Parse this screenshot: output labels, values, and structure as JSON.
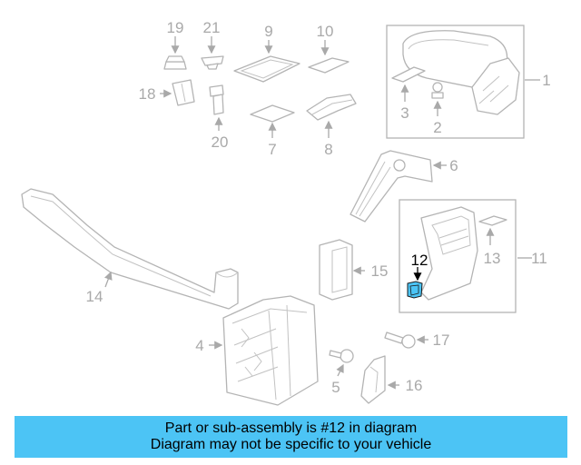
{
  "diagram": {
    "callouts": {
      "p1": "1",
      "p2": "2",
      "p3": "3",
      "p4": "4",
      "p5": "5",
      "p6": "6",
      "p7": "7",
      "p8": "8",
      "p9": "9",
      "p10": "10",
      "p11": "11",
      "p12": "12",
      "p13": "13",
      "p14": "14",
      "p15": "15",
      "p16": "16",
      "p17": "17",
      "p18": "18",
      "p19": "19",
      "p20": "20",
      "p21": "21"
    },
    "highlighted_part": "12",
    "highlight_color": "#4cc4f5"
  },
  "banner": {
    "line1": "Part or sub-assembly is #12 in diagram",
    "line2": "Diagram may not be specific to your vehicle",
    "background": "#4cc4f5"
  }
}
